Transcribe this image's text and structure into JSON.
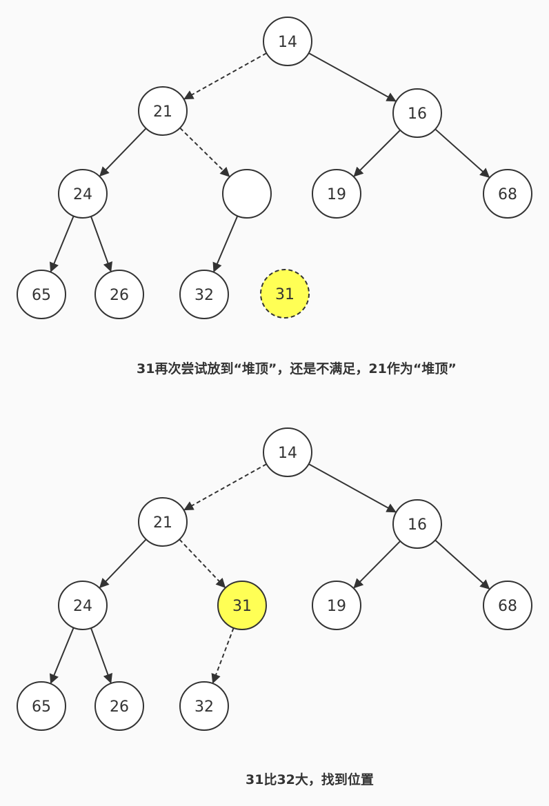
{
  "colors": {
    "stroke": "#333333",
    "node_fill": "#ffffff",
    "highlight_fill": "#ffff55",
    "background": "#fafafa"
  },
  "diagrams": [
    {
      "caption": "31再次尝试放到“堆顶”，还是不满足，21作为“堆顶”",
      "nodes": [
        {
          "id": "n14",
          "label": "14"
        },
        {
          "id": "n21",
          "label": "21"
        },
        {
          "id": "n16",
          "label": "16"
        },
        {
          "id": "n24",
          "label": "24"
        },
        {
          "id": "nEmpty",
          "label": ""
        },
        {
          "id": "n19",
          "label": "19"
        },
        {
          "id": "n68",
          "label": "68"
        },
        {
          "id": "n65",
          "label": "65"
        },
        {
          "id": "n26",
          "label": "26"
        },
        {
          "id": "n32",
          "label": "32"
        },
        {
          "id": "n31",
          "label": "31",
          "highlight": true,
          "dashed": true
        }
      ],
      "edges": [
        {
          "from": "n14",
          "to": "n21",
          "dashed": true
        },
        {
          "from": "n14",
          "to": "n16",
          "dashed": false
        },
        {
          "from": "n21",
          "to": "n24",
          "dashed": false
        },
        {
          "from": "n21",
          "to": "nEmpty",
          "dashed": true
        },
        {
          "from": "n16",
          "to": "n19",
          "dashed": false
        },
        {
          "from": "n16",
          "to": "n68",
          "dashed": false
        },
        {
          "from": "n24",
          "to": "n65",
          "dashed": false
        },
        {
          "from": "n24",
          "to": "n26",
          "dashed": false
        },
        {
          "from": "nEmpty",
          "to": "n32",
          "dashed": false
        }
      ]
    },
    {
      "caption": "31比32大，找到位置",
      "nodes": [
        {
          "id": "m14",
          "label": "14"
        },
        {
          "id": "m21",
          "label": "21"
        },
        {
          "id": "m16",
          "label": "16"
        },
        {
          "id": "m24",
          "label": "24"
        },
        {
          "id": "m31",
          "label": "31",
          "highlight": true
        },
        {
          "id": "m19",
          "label": "19"
        },
        {
          "id": "m68",
          "label": "68"
        },
        {
          "id": "m65",
          "label": "65"
        },
        {
          "id": "m26",
          "label": "26"
        },
        {
          "id": "m32",
          "label": "32"
        }
      ],
      "edges": [
        {
          "from": "m14",
          "to": "m21",
          "dashed": true
        },
        {
          "from": "m14",
          "to": "m16",
          "dashed": false
        },
        {
          "from": "m21",
          "to": "m24",
          "dashed": false
        },
        {
          "from": "m21",
          "to": "m31",
          "dashed": true
        },
        {
          "from": "m16",
          "to": "m19",
          "dashed": false
        },
        {
          "from": "m16",
          "to": "m68",
          "dashed": false
        },
        {
          "from": "m24",
          "to": "m65",
          "dashed": false
        },
        {
          "from": "m24",
          "to": "m26",
          "dashed": false
        },
        {
          "from": "m31",
          "to": "m32",
          "dashed": true
        }
      ]
    }
  ]
}
